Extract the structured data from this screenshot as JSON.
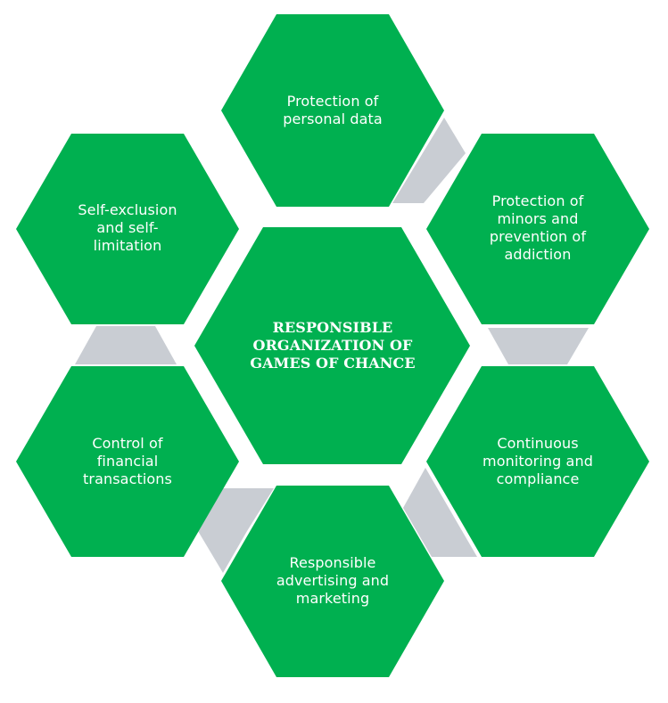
{
  "colors": {
    "hex_fill": "#00b050",
    "connector_fill": "#c9cdd3",
    "text": "#ffffff",
    "background": "#ffffff"
  },
  "center": {
    "lines": [
      "RESPONSIBLE",
      "ORGANIZATION OF",
      "GAMES OF CHANCE"
    ]
  },
  "outer": {
    "top": {
      "lines": [
        "Protection of",
        "personal data"
      ]
    },
    "upper_right": {
      "lines": [
        "Protection of",
        "minors and",
        "prevention of",
        "addiction"
      ]
    },
    "lower_right": {
      "lines": [
        "Continuous",
        "monitoring and",
        "compliance"
      ]
    },
    "bottom": {
      "lines": [
        "Responsible",
        "advertising and",
        "marketing"
      ]
    },
    "lower_left": {
      "lines": [
        "Control of",
        "financial",
        "transactions"
      ]
    },
    "upper_left": {
      "lines": [
        "Self-exclusion",
        "and self-",
        "limitation"
      ]
    }
  }
}
